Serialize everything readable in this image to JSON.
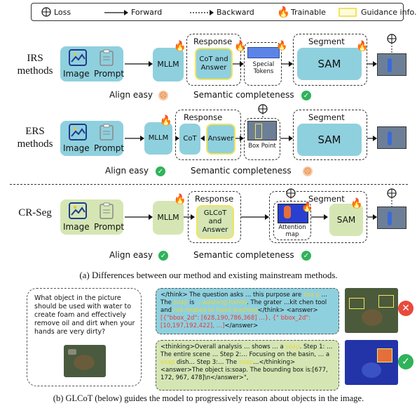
{
  "legend": {
    "loss": "Loss",
    "forward": "Forward",
    "backward": "Backward",
    "trainable": "Trainable",
    "guidance": "Guidance info."
  },
  "rows": [
    {
      "label": "IRS\nmethods",
      "image": "Image",
      "prompt": "Prompt",
      "mllm": "MLLM",
      "response_title": "Response",
      "response_box": "CoT and Answer",
      "special": "Special Tokens",
      "segment_title": "Segment",
      "sam": "SAM",
      "align": "Align easy",
      "semantic": "Semantic completeness"
    },
    {
      "label": "ERS\nmethods",
      "image": "Image",
      "prompt": "Prompt",
      "mllm": "MLLM",
      "response_title": "Response",
      "cot": "CoT",
      "answer": "Answer",
      "boxpoint": "Box Point",
      "segment_title": "Segment",
      "sam": "SAM",
      "align": "Align easy",
      "semantic": "Semantic completeness"
    },
    {
      "label": "CR-Seg",
      "image": "Image",
      "prompt": "Prompt",
      "mllm": "MLLM",
      "response_title": "Response",
      "response_box": "GLCoT and Answer",
      "attention": "Attention map",
      "segment_title": "Segment",
      "sam": "SAM",
      "align": "Align easy",
      "semantic": "Semantic completeness"
    }
  ],
  "caption_a": "(a) Differences between our method and existing mainstream methods.",
  "question": "What object in the picture should be used with water to create foam and effectively remove oil and dirt when your hands are very dirty?",
  "panel_top": {
    "p1": "</think> The question asks … this purpose are ",
    "h1": "soa p",
    "p2": " … The ",
    "h2": "soap",
    "p3": " is ",
    "h3": "…washing hands",
    "p4": ". The grater …kit chen tool and ",
    "h4": "not related to hand washing",
    "p5": "</think> <answer>",
    "h5": "[{\"bbox_2d\": [628,190,786,368] …}, {\" bbox_2d\": [10,197,192,422], …]",
    "p6": "</answer>"
  },
  "panel_bottom": {
    "p1": "<thinking>Overall analysis … shows … a ",
    "h1": "soap",
    "p2": ". Step 1: … The entire scene … Step 2:… Focusing on the basin, … a ",
    "h2": "soap",
    "p3": " dish… Step 3:… The ",
    "h3": "soap",
    "p4": "…</thinking><answer>The object is:soap. The bounding box is:[677, 172, 967, 478]\\n</answer>\","
  },
  "caption_b": "(b) GLCoT (below) guides the model to progressively reason about objects in the image.",
  "colors": {
    "blue": "#8fd0de",
    "green": "#d5e6b4",
    "guide": "#f2e45b",
    "check": "#2fb35a",
    "cross": "#e84a3c"
  }
}
